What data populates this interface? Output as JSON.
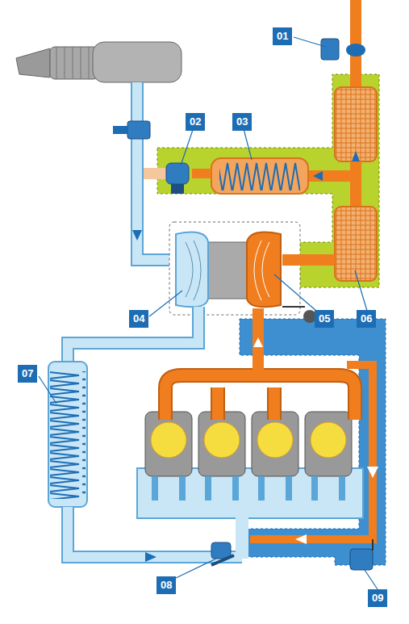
{
  "diagram": {
    "labels": [
      "01",
      "02",
      "03",
      "04",
      "05",
      "06",
      "07",
      "08",
      "09"
    ]
  }
}
